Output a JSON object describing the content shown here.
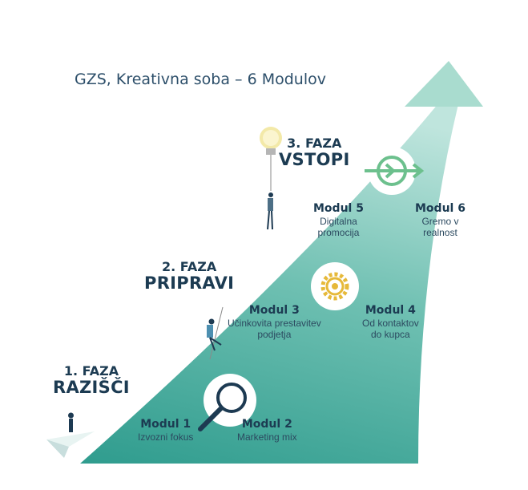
{
  "title": "GZS, Kreativna soba – 6 Modulov",
  "colors": {
    "arrow_light": "#a7dad0",
    "arrow_dark": "#46a89a",
    "text_dark": "#1c3b52",
    "icon_green": "#6cc08d",
    "icon_gold": "#e6b93a",
    "icon_navy": "#1d3a52"
  },
  "phases": [
    {
      "number": "1. FAZA",
      "verb": "RAZIŠČI"
    },
    {
      "number": "2. FAZA",
      "verb": "PRIPRAVI"
    },
    {
      "number": "3. FAZA",
      "verb": "VSTOPI"
    }
  ],
  "modules": [
    {
      "title": "Modul 1",
      "desc_lines": [
        "Izvozni fokus"
      ]
    },
    {
      "title": "Modul 2",
      "desc_lines": [
        "Marketing mix"
      ]
    },
    {
      "title": "Modul 3",
      "desc_lines": [
        "Učinkovita prestavitev",
        "podjetja"
      ]
    },
    {
      "title": "Modul 4",
      "desc_lines": [
        "Od kontaktov",
        "do kupca"
      ]
    },
    {
      "title": "Modul 5",
      "desc_lines": [
        "Digitalna",
        "promocija"
      ]
    },
    {
      "title": "Modul 6",
      "desc_lines": [
        "Gremo v",
        "realnost"
      ]
    }
  ],
  "icons": {
    "phase1": "magnifier-icon",
    "phase2": "gear-icon",
    "phase3": "arrow-target-icon",
    "lightbulb": "lightbulb-icon",
    "paper_plane": "paper-plane-icon"
  }
}
